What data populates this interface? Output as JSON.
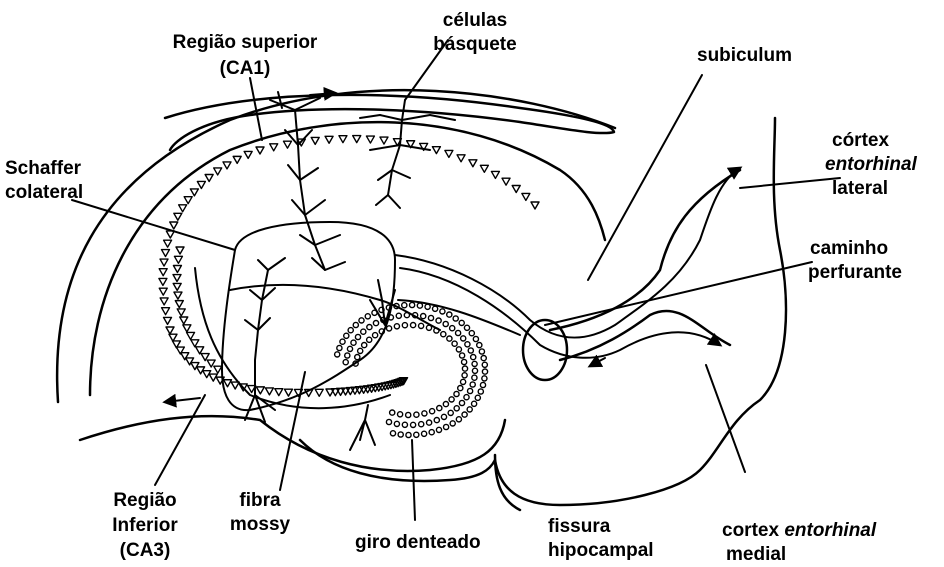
{
  "labels": {
    "regiao_superior": "Região superior",
    "ca1": "(CA1)",
    "celulas": "células",
    "basquete": "básquete",
    "subiculum": "subiculum",
    "cortex1": "córtex",
    "entorhinal1": "entorhinal",
    "lateral": "lateral",
    "schaffer": "Schaffer",
    "colateral": "colateral",
    "caminho": "caminho",
    "perfurante": "perfurante",
    "regiao_inf": "Região",
    "inferior": "Inferior",
    "ca3": "(CA3)",
    "fibra": "fibra",
    "mossy": "mossy",
    "giro": "giro denteado",
    "fissura": "fissura",
    "hipocampal": "hipocampal",
    "cortex2": "cortex",
    "entorhinal2": "entorhinal",
    "medial": "medial"
  },
  "colors": {
    "ink": "#000000",
    "paper": "#ffffff"
  }
}
